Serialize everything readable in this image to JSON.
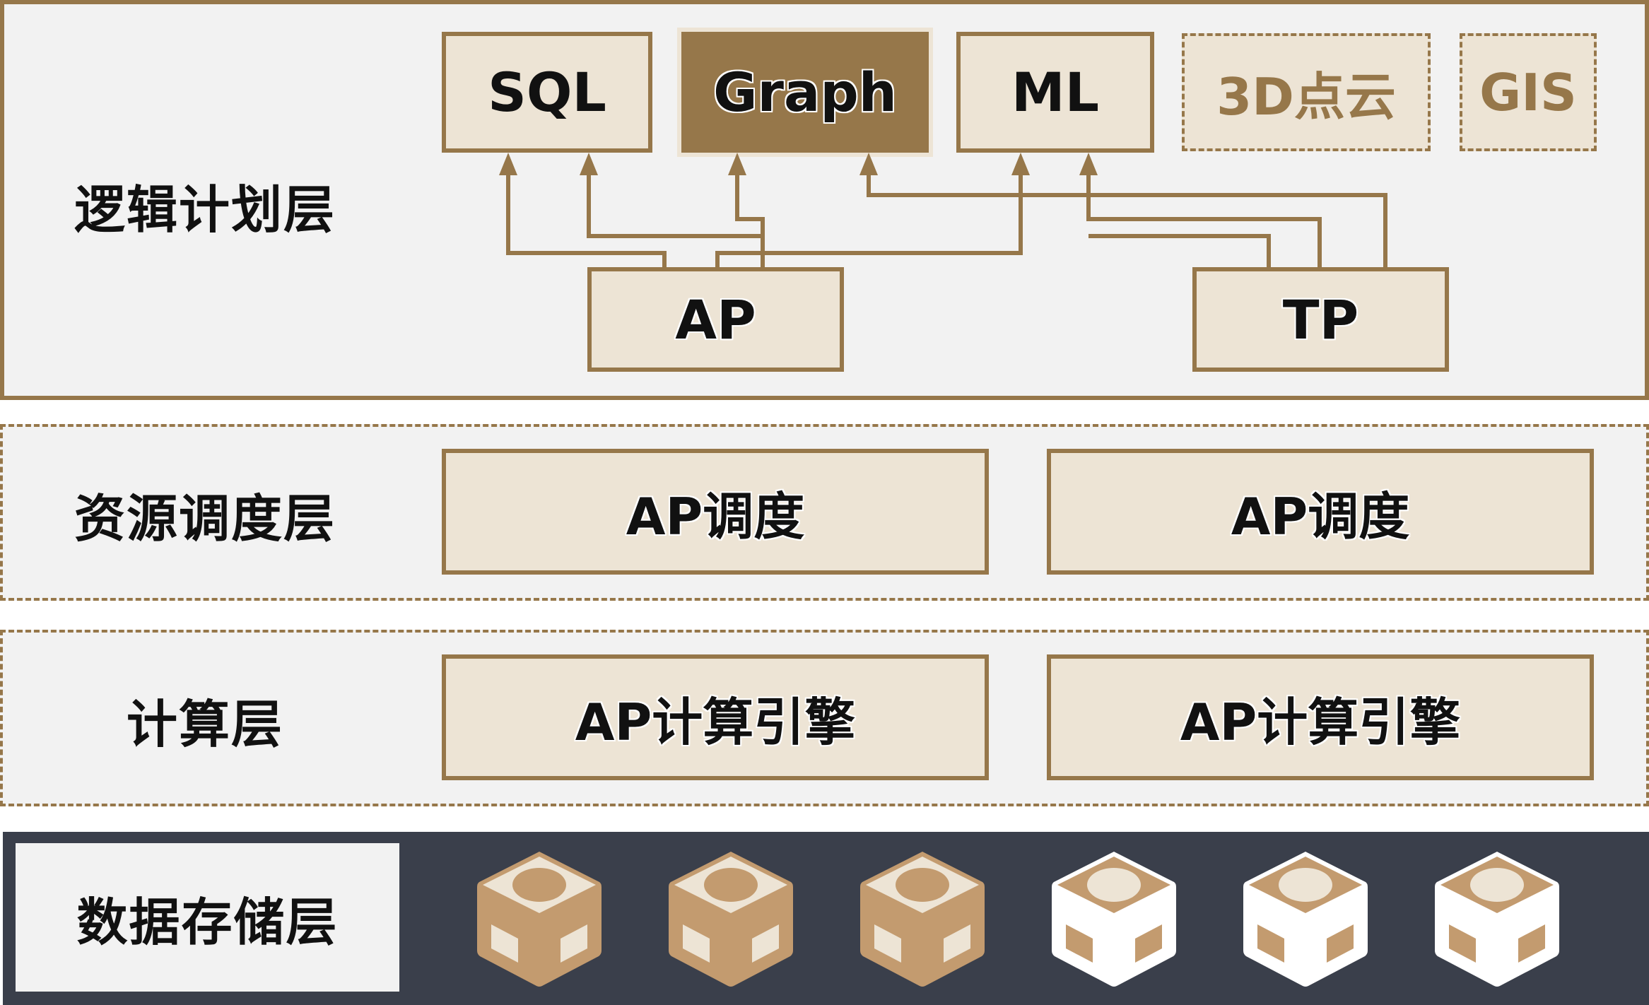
{
  "layers": {
    "logic": {
      "label": "逻辑计划层"
    },
    "scheduling": {
      "label": "资源调度层"
    },
    "compute": {
      "label": "计算层"
    },
    "storage": {
      "label": "数据存储层"
    }
  },
  "top_boxes": {
    "sql": "SQL",
    "graph": "Graph",
    "ml": "ML",
    "pointcloud": "3D点云",
    "gis": "GIS"
  },
  "plan_boxes": {
    "ap": "AP",
    "tp": "TP"
  },
  "scheduling_boxes": [
    "AP调度",
    "AP调度"
  ],
  "compute_boxes": [
    "AP计算引擎",
    "AP计算引擎"
  ],
  "storage_nodes": [
    {
      "style": "filled"
    },
    {
      "style": "filled"
    },
    {
      "style": "filled"
    },
    {
      "style": "white"
    },
    {
      "style": "white"
    },
    {
      "style": "white"
    }
  ],
  "colors": {
    "accent": "#96774a",
    "box_fill": "#ede4d5",
    "panel_bg": "#f2f2f2",
    "storage_bg": "#3a3f4b",
    "node_tan": "#c39b6f"
  }
}
